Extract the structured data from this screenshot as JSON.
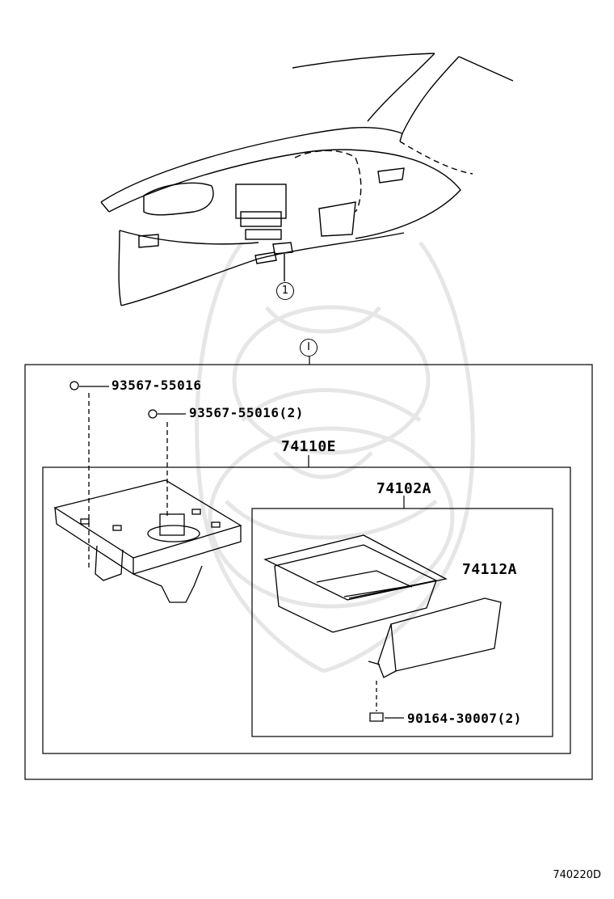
{
  "callouts": {
    "top": "1",
    "section": "I"
  },
  "parts": {
    "fastener_a": "93567-55016",
    "fastener_b": "93567-55016(2)",
    "assembly": "74110E",
    "box": "74102A",
    "door": "74112A",
    "screw": "90164-30007(2)"
  },
  "reference_code": "740220D"
}
